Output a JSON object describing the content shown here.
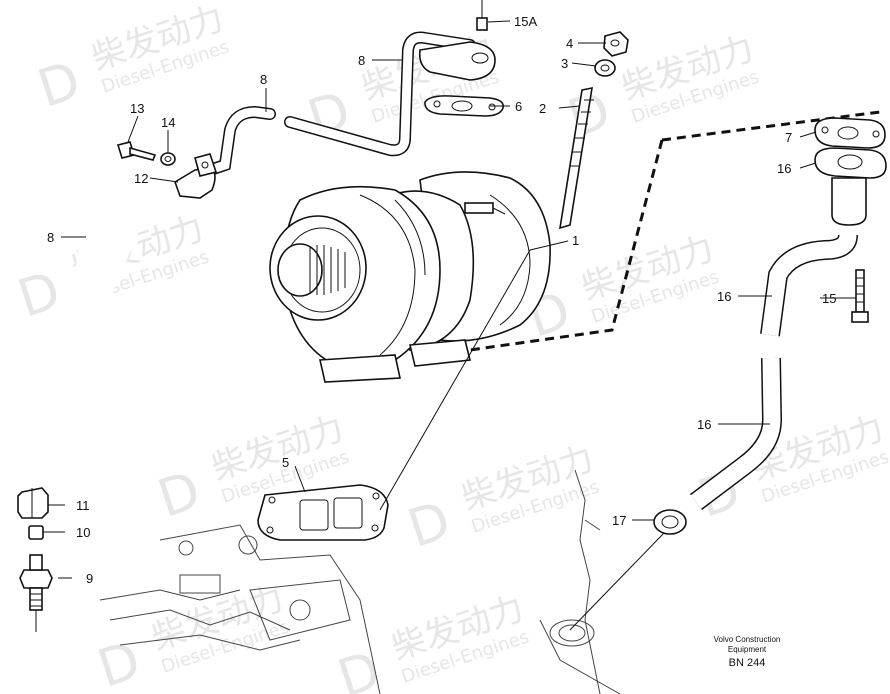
{
  "watermark": {
    "brand_cn": "柴发动力",
    "brand_en": "Diesel-Engines"
  },
  "callouts": {
    "c1": "1",
    "c2": "2",
    "c3": "3",
    "c4": "4",
    "c5": "5",
    "c6": "6",
    "c7": "7",
    "c8a": "8",
    "c8b": "8",
    "c8c": "8",
    "c9": "9",
    "c10": "10",
    "c11": "11",
    "c12": "12",
    "c13": "13",
    "c14": "14",
    "c15": "15",
    "c15a": "15A",
    "c16a": "16",
    "c16b": "16",
    "c16c": "16",
    "c17": "17"
  },
  "footer": {
    "company_line1": "Volvo Construction",
    "company_line2": "Equipment",
    "code": "BN 244"
  }
}
